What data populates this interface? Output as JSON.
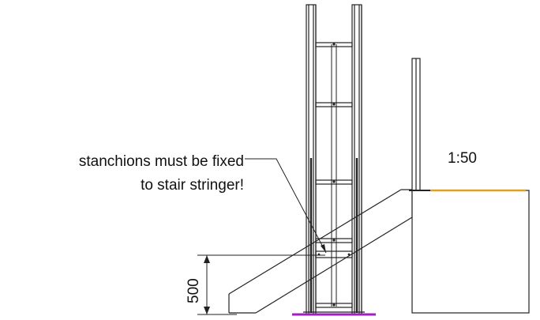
{
  "annotation": {
    "line1": "stanchions must be fixed",
    "line2": "to stair stringer!"
  },
  "scale_label": "1:50",
  "dimension_label": "500",
  "colors": {
    "line": "#222222",
    "platform_edge": "#e0a020",
    "base_plate": "#a020c0"
  }
}
